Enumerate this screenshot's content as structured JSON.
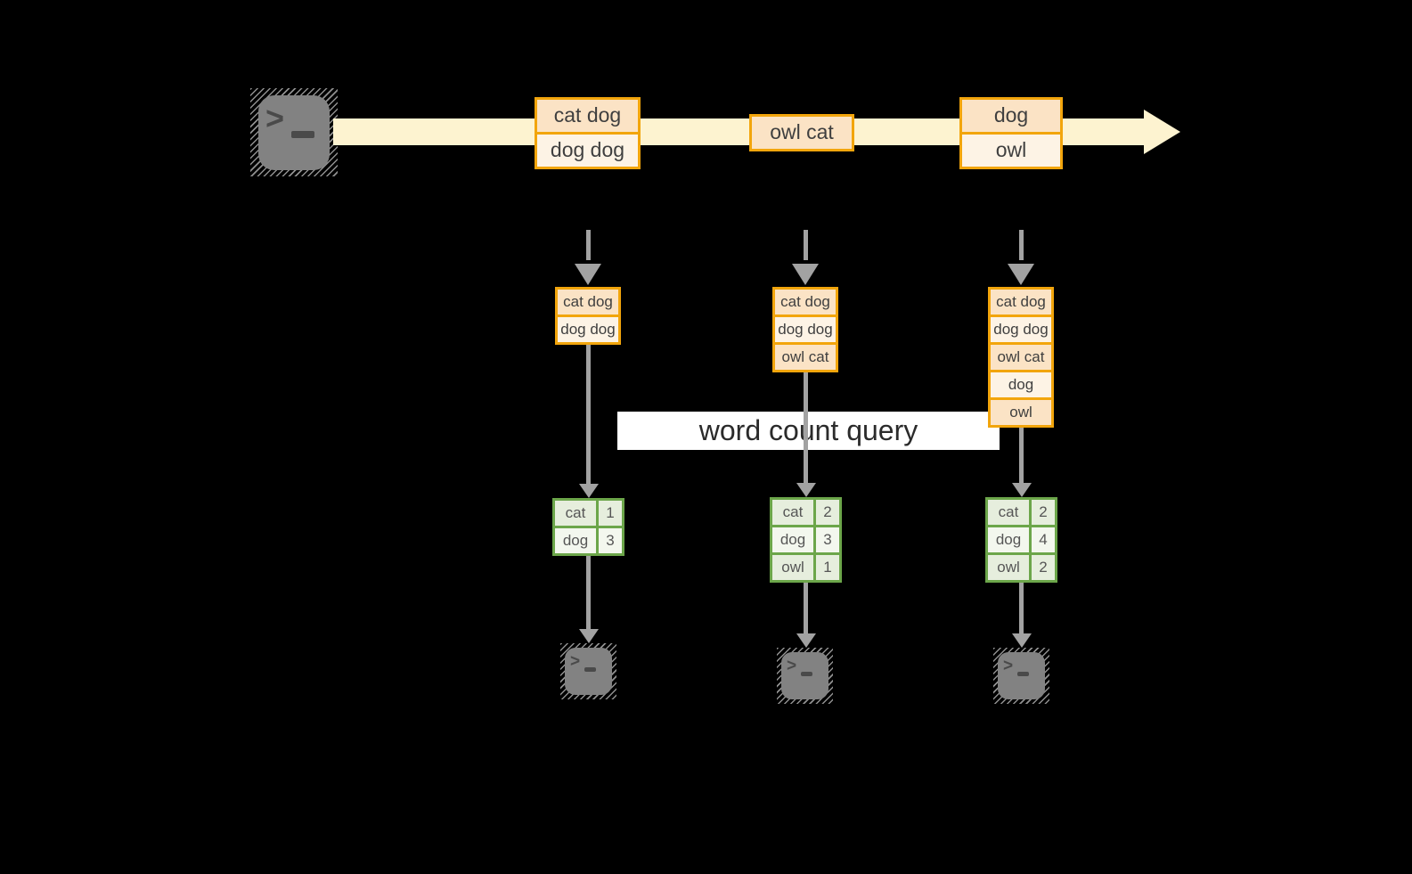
{
  "colors": {
    "bg": "#000000",
    "stream": "#fdf3d0",
    "box_border": "#f2a50c",
    "box_fill_dark": "#fbe3c5",
    "box_fill_light": "#fdf3e5",
    "table_border": "#6ca64a",
    "table_fill_dark": "#e6eedd",
    "table_fill_light": "#f3f7ee",
    "arrow": "#a2a2a2",
    "terminal_body": "#828282",
    "hatch_line": "#909090",
    "glyph": "#4a4a4a",
    "box_text": "#3f3f3f",
    "table_text": "#565656",
    "banner_bg": "#ffffff",
    "banner_text": "#2b2b2b"
  },
  "icons": {
    "prompt_chevron": ">",
    "terminal_prompt": ">_"
  },
  "diagram": {
    "banner_label": "word count query",
    "stream_events": [
      {
        "rows": [
          "cat dog",
          "dog dog"
        ]
      },
      {
        "rows": [
          "owl cat"
        ]
      },
      {
        "rows": [
          "dog",
          "owl"
        ]
      }
    ],
    "buffers": [
      {
        "rows": [
          "cat dog",
          "dog dog"
        ]
      },
      {
        "rows": [
          "cat dog",
          "dog dog",
          "owl cat"
        ]
      },
      {
        "rows": [
          "cat dog",
          "dog dog",
          "owl cat",
          "dog",
          "owl"
        ]
      }
    ],
    "result_tables": [
      {
        "rows": [
          [
            "cat",
            "1"
          ],
          [
            "dog",
            "3"
          ]
        ]
      },
      {
        "rows": [
          [
            "cat",
            "2"
          ],
          [
            "dog",
            "3"
          ],
          [
            "owl",
            "1"
          ]
        ]
      },
      {
        "rows": [
          [
            "cat",
            "2"
          ],
          [
            "dog",
            "4"
          ],
          [
            "owl",
            "2"
          ]
        ]
      }
    ]
  }
}
